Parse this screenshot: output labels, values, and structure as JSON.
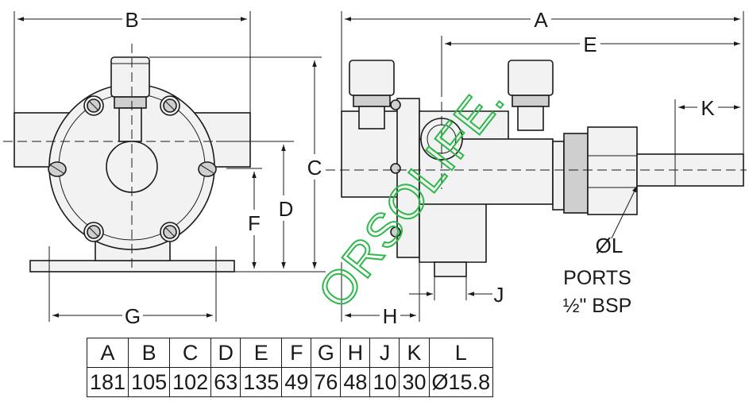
{
  "dimension_labels": {
    "A": "A",
    "B": "B",
    "C": "C",
    "D": "D",
    "E": "E",
    "F": "F",
    "G": "G",
    "H": "H",
    "J": "J",
    "K": "K",
    "L": "ØL"
  },
  "ports_note": {
    "line1": "PORTS",
    "line2": "½\" BSP"
  },
  "watermark": "ORSOLIFE.",
  "table": {
    "headers": [
      "A",
      "B",
      "C",
      "D",
      "E",
      "F",
      "G",
      "H",
      "J",
      "K",
      "L"
    ],
    "values": [
      "181",
      "105",
      "102",
      "63",
      "135",
      "49",
      "76",
      "48",
      "10",
      "30",
      "Ø15.8"
    ]
  },
  "colors": {
    "line": "#1a1a1a",
    "watermark": "#2db84a"
  }
}
